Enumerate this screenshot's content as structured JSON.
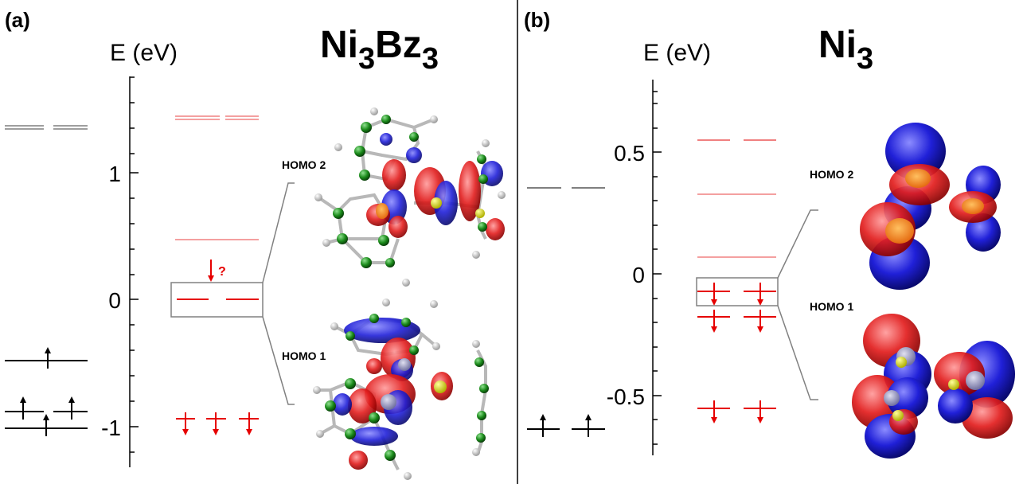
{
  "panels": [
    {
      "tag": "(a)",
      "axis_label": "E (eV)",
      "title": {
        "base1": "Ni",
        "sub1": "3",
        "base2": "Bz",
        "sub2": "3"
      },
      "tick_labels": [
        "1",
        "0",
        "-1"
      ],
      "uncertain_mark": "?",
      "homo2_label": "HOMO 2",
      "homo1_label": "HOMO 1"
    },
    {
      "tag": "(b)",
      "axis_label": "E (eV)",
      "title": {
        "base1": "Ni",
        "sub1": "3"
      },
      "tick_labels": [
        "0.5",
        "0",
        "-0.5"
      ],
      "homo2_label": "HOMO 2",
      "homo1_label": "HOMO 1"
    }
  ],
  "colors": {
    "spin_up": "#000000",
    "spin_down": "#e60000",
    "unoccupied_up": "#7f7f7f",
    "unoccupied_down": "#f08080",
    "orbital_positive": "#e02020",
    "orbital_negative": "#1f1fd0",
    "carbon": "#1a8a1a",
    "hydrogen": "#e8e8e8",
    "nickel": "#e0e000"
  }
}
